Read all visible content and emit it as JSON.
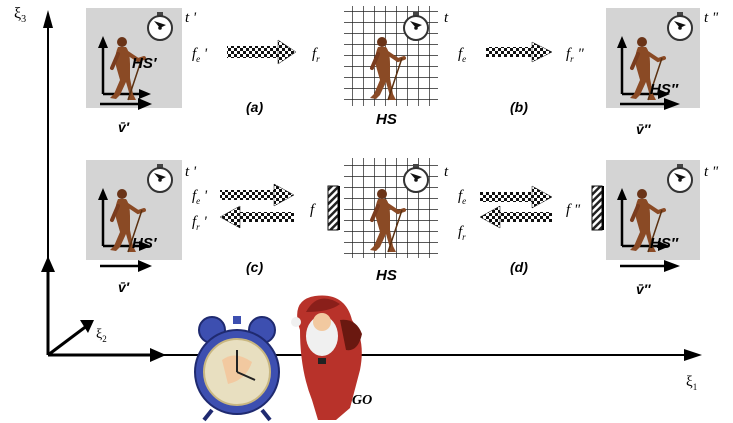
{
  "axes": {
    "xi1": "ξ",
    "xi1_sub": "1",
    "xi2": "ξ",
    "xi2_sub": "2",
    "xi3": "ξ",
    "xi3_sub": "3"
  },
  "frames": {
    "moving_left": {
      "label": "HS′",
      "velocity": "v̄′",
      "time": "t '"
    },
    "rest": {
      "label": "HS",
      "time": "t"
    },
    "moving_right": {
      "label": "HS″",
      "velocity": "v̄″",
      "time": "t \""
    }
  },
  "row1": {
    "panel_a": "(a)",
    "panel_b": "(b)",
    "fe_prime": "f",
    "fe_prime_sub": "e",
    "fe_prime_mark": " '",
    "fr": "f",
    "fr_sub": "r",
    "fe": "f",
    "fe_sub": "e",
    "fr_dprime": "f",
    "fr_dprime_sub": "r",
    "fr_dprime_mark": " \""
  },
  "row2": {
    "panel_c": "(c)",
    "panel_d": "(d)",
    "fe_prime": "f",
    "fe_prime_sub": "e",
    "fe_prime_mark": " '",
    "fr_prime": "f",
    "fr_prime_sub": "r",
    "fr_prime_mark": " '",
    "f": "f",
    "fe": "f",
    "fe_sub": "e",
    "fr": "f",
    "fr_sub": "r",
    "f_dprime": "f \""
  },
  "bottom": {
    "go": "GO"
  },
  "colors": {
    "panel_bg": "#d4d4d4",
    "figure": "#8a4a25",
    "clock_blue": "#3d4fb0",
    "santa_red": "#b8322a"
  }
}
